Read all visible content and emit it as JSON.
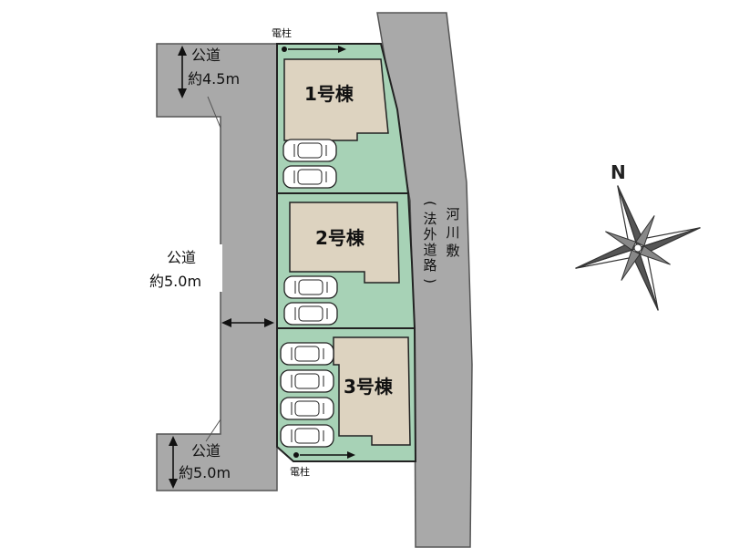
{
  "roads": {
    "top": {
      "name": "公道",
      "width": "約4.5m"
    },
    "middle": {
      "name": "公道",
      "width": "約5.0m"
    },
    "bottom": {
      "name": "公道",
      "width": "約5.0m"
    }
  },
  "lots": [
    {
      "label": "1号棟",
      "parking": 2
    },
    {
      "label": "2号棟",
      "parking": 2
    },
    {
      "label": "3号棟",
      "parking": 4
    }
  ],
  "utility_poles": [
    "電柱",
    "電柱"
  ],
  "river_land": {
    "label": "河川敷",
    "note_chars": [
      "(",
      "法",
      "外",
      "道",
      "路",
      ")"
    ]
  },
  "compass": {
    "north_label": "N"
  },
  "colors": {
    "road": "#a9a9a9",
    "lot": "#a7d2b6",
    "building": "#ddd3c0",
    "outline": "#222222"
  }
}
